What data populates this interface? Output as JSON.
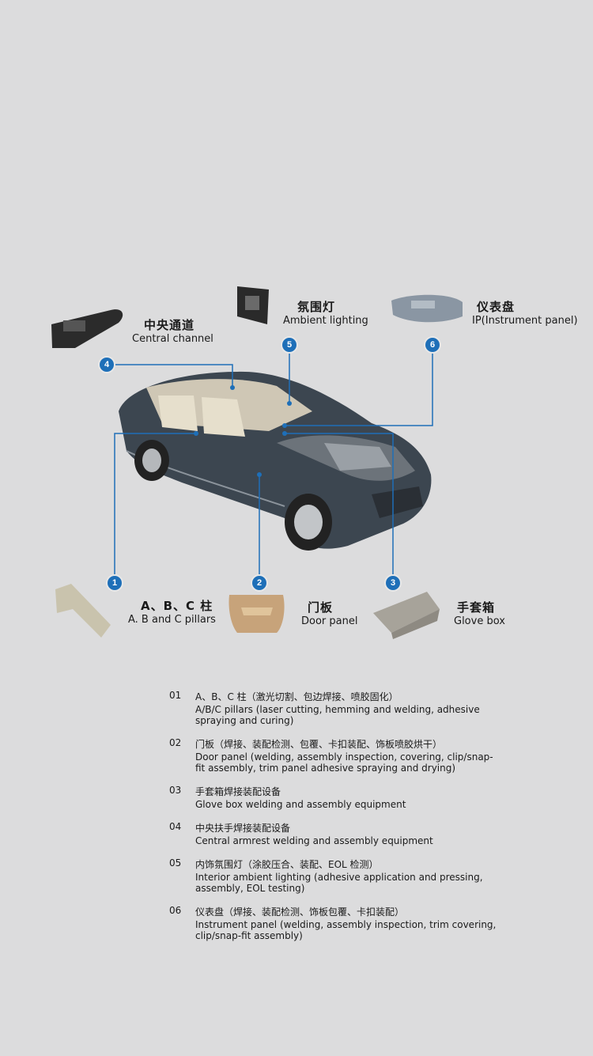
{
  "colors": {
    "background": "#dcdcdd",
    "accent_blue": "#1e6fb8"
  },
  "callouts": [
    {
      "num": "1",
      "zh": "A、B、C 柱",
      "en": "A. B and C pillars"
    },
    {
      "num": "2",
      "zh": "门板",
      "en": "Door panel"
    },
    {
      "num": "3",
      "zh": "手套箱",
      "en": "Glove box"
    },
    {
      "num": "4",
      "zh": "中央通道",
      "en": "Central channel"
    },
    {
      "num": "5",
      "zh": "氛围灯",
      "en": "Ambient lighting"
    },
    {
      "num": "6",
      "zh": "仪表盘",
      "en": "IP(Instrument panel)"
    }
  ],
  "list": [
    {
      "idx": "01",
      "zh": "A、B、C 柱（激光切割、包边焊接、喷胶固化）",
      "en": "A/B/C pillars (laser cutting, hemming and welding, adhesive spraying and curing)"
    },
    {
      "idx": "02",
      "zh": "门板（焊接、装配检测、包覆、卡扣装配、饰板喷胶烘干）",
      "en": "Door panel (welding, assembly inspection, covering, clip/snap-fit assembly, trim panel adhesive spraying and drying)"
    },
    {
      "idx": "03",
      "zh": "手套箱焊接装配设备",
      "en": "Glove box welding and assembly equipment"
    },
    {
      "idx": "04",
      "zh": "中央扶手焊接装配设备",
      "en": "Central armrest welding and assembly equipment"
    },
    {
      "idx": "05",
      "zh": "内饰氛围灯（涂胶压合、装配、EOL 检测）",
      "en": "Interior ambient lighting (adhesive application and pressing, assembly, EOL testing)"
    },
    {
      "idx": "06",
      "zh": "仪表盘（焊接、装配检测、饰板包覆、卡扣装配）",
      "en": "Instrument panel (welding, assembly inspection, trim covering, clip/snap-fit assembly)"
    }
  ]
}
